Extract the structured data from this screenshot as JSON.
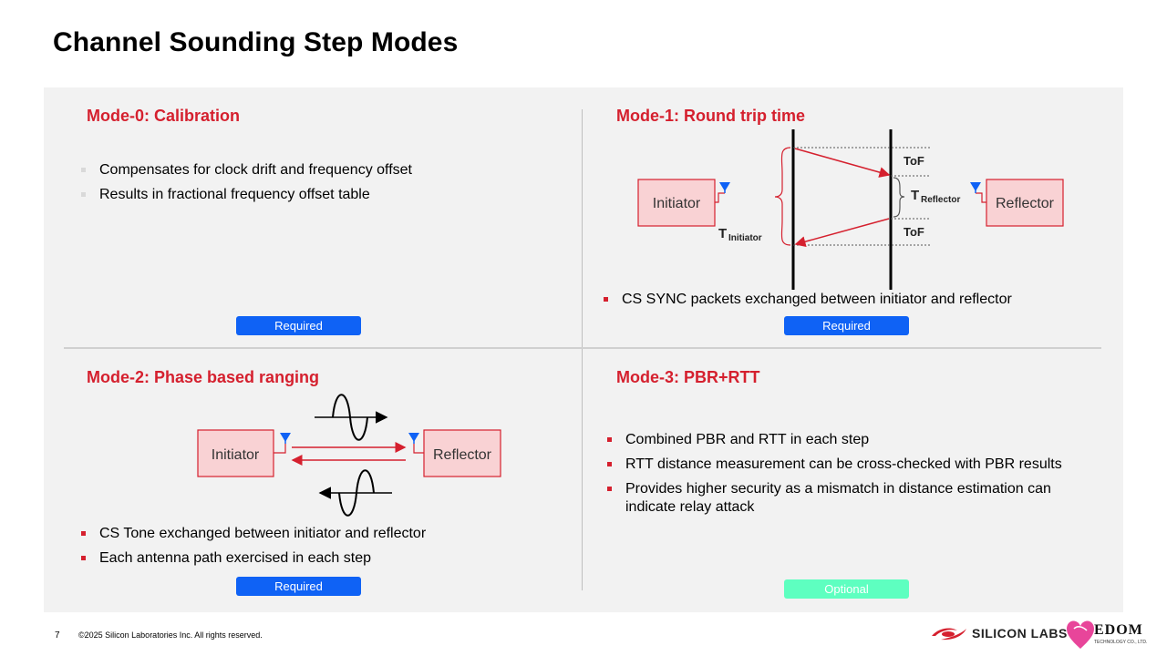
{
  "slide": {
    "title": "Channel Sounding Step Modes"
  },
  "modes": [
    {
      "title": "Mode-0: Calibration",
      "bullets": [
        "Compensates for clock drift and frequency offset",
        "Results in fractional frequency offset table"
      ],
      "badge": "Required"
    },
    {
      "title": "Mode-1: Round trip time",
      "diagram": {
        "initiator": "Initiator",
        "reflector": "Reflector",
        "tof_top": "ToF",
        "tof_bottom": "ToF",
        "t_main": "T",
        "t_initiator_sub": "Initiator",
        "t_reflector_sub": "Reflector"
      },
      "bullets": [
        "CS SYNC packets exchanged between initiator and reflector"
      ],
      "badge": "Required"
    },
    {
      "title": "Mode-2: Phase based ranging",
      "diagram": {
        "initiator": "Initiator",
        "reflector": "Reflector"
      },
      "bullets": [
        "CS Tone exchanged between initiator and reflector",
        "Each antenna path exercised in each step"
      ],
      "badge": "Required"
    },
    {
      "title": "Mode-3: PBR+RTT",
      "bullets": [
        "Combined PBR and RTT in each step",
        "RTT distance measurement can be cross-checked with PBR results",
        "Provides higher security as a mismatch in distance estimation can indicate relay attack"
      ],
      "badge": "Optional"
    }
  ],
  "footer": {
    "page": "7",
    "copyright": "©2025 Silicon Laboratories Inc. All rights reserved.",
    "logo_silabs": "SILICON LABS",
    "logo_edom": "EDOM",
    "logo_edom_sub": "TECHNOLOGY CO., LTD."
  },
  "colors": {
    "accent_red": "#d5202e",
    "required_blue": "#0f62f5",
    "optional_green": "#5effc0",
    "box_fill": "#f9d2d4",
    "antenna_blue": "#0f62f5"
  }
}
